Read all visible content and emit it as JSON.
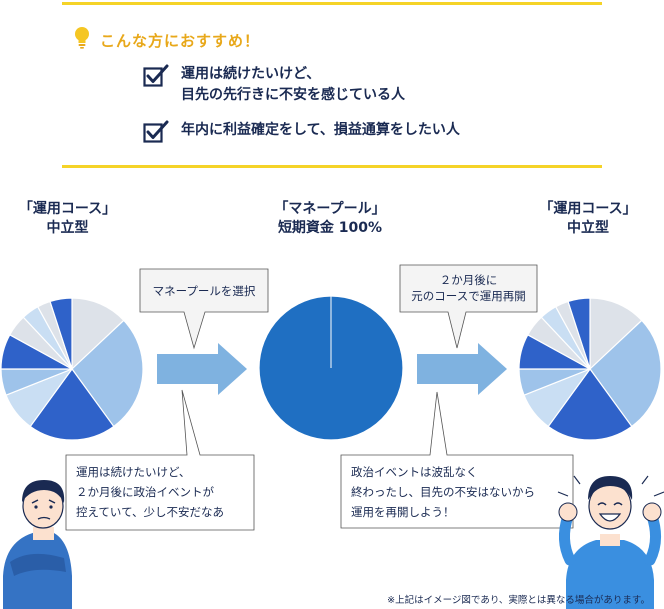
{
  "recommend": {
    "title": "こんな方におすすめ！",
    "items": [
      {
        "lines": [
          "運用は続けたいけど、",
          "目先の先行きに不安を感じている人"
        ]
      },
      {
        "lines": [
          "年内に利益確定をして、損益通算をしたい人"
        ]
      }
    ]
  },
  "labels": {
    "left": [
      "「運用コース」",
      "中立型"
    ],
    "center": [
      "「マネープール」",
      "短期資金 100%"
    ],
    "right": [
      "「運用コース」",
      "中立型"
    ]
  },
  "bubbles": {
    "select": "マネープールを選択",
    "resume": [
      "２か月後に",
      "元のコースで運用再開"
    ]
  },
  "speech": {
    "left": [
      "運用は続けたいけど、",
      "２か月後に政治イベントが",
      "控えていて、少し不安だなあ"
    ],
    "right": [
      "政治イベントは波乱なく",
      "終わったし、目先の不安はないから",
      "運用を再開しよう！"
    ]
  },
  "footnote": "※上記はイメージ図であり、実際とは異なる場合があります。",
  "colors": {
    "accent_yellow": "#f5d327",
    "navy": "#1a2a52",
    "pie_blue_dark": "#2f62c9",
    "pie_blue_mid": "#6a97dd",
    "pie_blue_light": "#9ec3ea",
    "pie_blue_pale": "#c9def3",
    "pie_gray": "#dde2e9",
    "money_pool": "#1f6fc2",
    "arrow": "#7fb2e0"
  },
  "chart_data": [
    {
      "type": "pie",
      "name": "left-pie",
      "slices": [
        {
          "value": 13,
          "color": "#dde2e9"
        },
        {
          "value": 27,
          "color": "#9ec3ea"
        },
        {
          "value": 20,
          "color": "#2f62c9"
        },
        {
          "value": 9,
          "color": "#c9def3"
        },
        {
          "value": 6,
          "color": "#9ec3ea"
        },
        {
          "value": 8,
          "color": "#2f62c9"
        },
        {
          "value": 5,
          "color": "#dde2e9"
        },
        {
          "value": 4,
          "color": "#c9def3"
        },
        {
          "value": 3,
          "color": "#dde2e9"
        },
        {
          "value": 5,
          "color": "#2f62c9"
        }
      ]
    },
    {
      "type": "pie",
      "name": "money-pool-pie",
      "slices": [
        {
          "value": 100,
          "color": "#1f6fc2"
        }
      ]
    },
    {
      "type": "pie",
      "name": "right-pie",
      "slices": [
        {
          "value": 13,
          "color": "#dde2e9"
        },
        {
          "value": 27,
          "color": "#9ec3ea"
        },
        {
          "value": 20,
          "color": "#2f62c9"
        },
        {
          "value": 9,
          "color": "#c9def3"
        },
        {
          "value": 6,
          "color": "#9ec3ea"
        },
        {
          "value": 8,
          "color": "#2f62c9"
        },
        {
          "value": 5,
          "color": "#dde2e9"
        },
        {
          "value": 4,
          "color": "#c9def3"
        },
        {
          "value": 3,
          "color": "#dde2e9"
        },
        {
          "value": 5,
          "color": "#2f62c9"
        }
      ]
    }
  ]
}
